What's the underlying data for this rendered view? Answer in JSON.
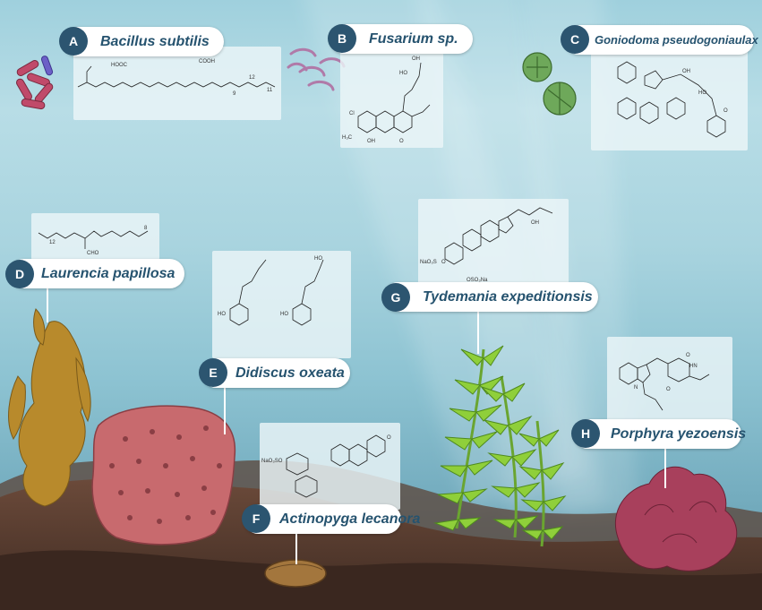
{
  "organisms": [
    {
      "letter": "A",
      "name": "Bacillus subtilis"
    },
    {
      "letter": "B",
      "name": "Fusarium sp."
    },
    {
      "letter": "C",
      "name": "Goniodoma pseudogoniaulax"
    },
    {
      "letter": "D",
      "name": "Laurencia papillosa"
    },
    {
      "letter": "E",
      "name": "Didiscus oxeata"
    },
    {
      "letter": "F",
      "name": "Actinopyga lecanora"
    },
    {
      "letter": "G",
      "name": "Tydemania expeditionsis"
    },
    {
      "letter": "H",
      "name": "Porphyra yezoensis"
    }
  ],
  "structure_labels": {
    "a": {
      "cooh1": "HOOC",
      "cooh2": "COOH",
      "n12": "12",
      "n11": "11",
      "n9": "9"
    },
    "b": {
      "oh1": "OH",
      "oh2": "HO",
      "cl": "Cl",
      "oh3": "OH",
      "me": "H₃C",
      "o": "O"
    },
    "c": {
      "oh1": "OH",
      "oh2": "HO",
      "o": "O"
    },
    "d": {
      "n12": "12",
      "n8": "8",
      "cho": "CHO"
    },
    "e": {
      "ho1": "HO",
      "ho2": "HO",
      "ho3": "HO"
    },
    "f": {
      "s": "NaO₃SO",
      "o": "O"
    },
    "g": {
      "oh": "OH",
      "s1": "NaO₃S",
      "o": "O",
      "s2": "OSO₃Na"
    },
    "h": {
      "o1": "O",
      "nh": "HN",
      "n": "N",
      "o2": "O"
    }
  }
}
